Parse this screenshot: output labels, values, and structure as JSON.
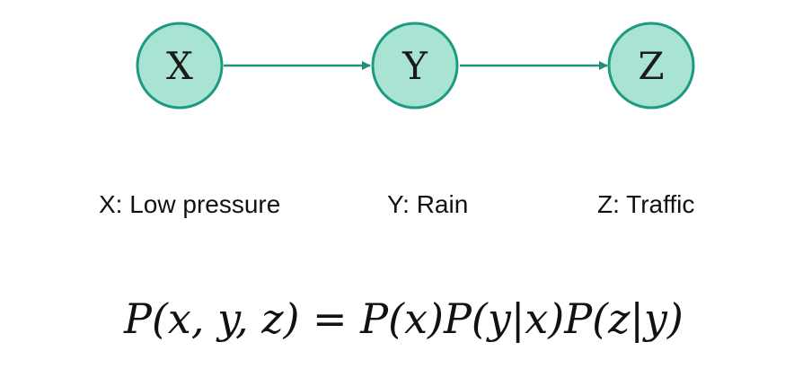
{
  "colors": {
    "node_fill": "#a9e3d4",
    "node_stroke": "#1f9a82",
    "edge": "#1f8f79"
  },
  "nodes": [
    {
      "label": "X"
    },
    {
      "label": "Y"
    },
    {
      "label": "Z"
    }
  ],
  "edges": [
    {
      "from": "X",
      "to": "Y"
    },
    {
      "from": "Y",
      "to": "Z"
    }
  ],
  "captions": [
    {
      "text": "X: Low pressure"
    },
    {
      "text": "Y: Rain"
    },
    {
      "text": "Z: Traffic"
    }
  ],
  "formula": "P(x, y, z) = P(x)P(y|x)P(z|y)"
}
